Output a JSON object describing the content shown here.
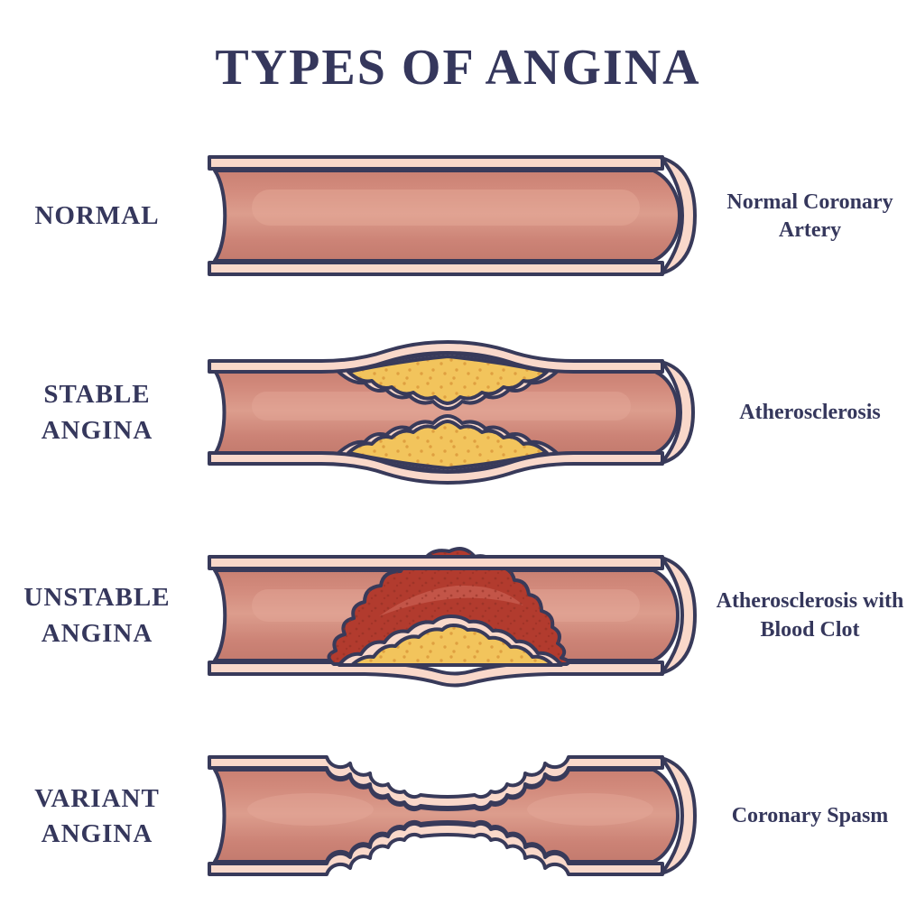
{
  "title": "TYPES OF ANGINA",
  "rows": [
    {
      "id": "normal",
      "left_label": "NORMAL",
      "right_label": "Normal Coronary Artery",
      "illustration": "normal-coronary-artery"
    },
    {
      "id": "stable",
      "left_label": "STABLE\nANGINA",
      "right_label": "Atherosclerosis",
      "illustration": "artery-narrowed-by-plaque"
    },
    {
      "id": "unstable",
      "left_label": "UNSTABLE\nANGINA",
      "right_label": "Atherosclerosis with Blood Clot",
      "illustration": "artery-with-plaque-and-blood-clot"
    },
    {
      "id": "variant",
      "left_label": "VARIANT\nANGINA",
      "right_label": "Coronary Spasm",
      "illustration": "artery-constricted-by-spasm"
    }
  ],
  "colors": {
    "text_navy": "#35375c",
    "outline_navy": "#383a5a",
    "artery_wall_pink": "#f9d8ca",
    "lumen_rose": "#d28a7c",
    "lumen_highlight": "#e7ab9a",
    "plaque_yellow": "#f2c45c",
    "plaque_speckle": "#dfa040",
    "clot_red": "#b23b2e",
    "clot_speckle": "#8e2d22",
    "clot_highlight": "#c65a4c",
    "background": "#ffffff"
  }
}
